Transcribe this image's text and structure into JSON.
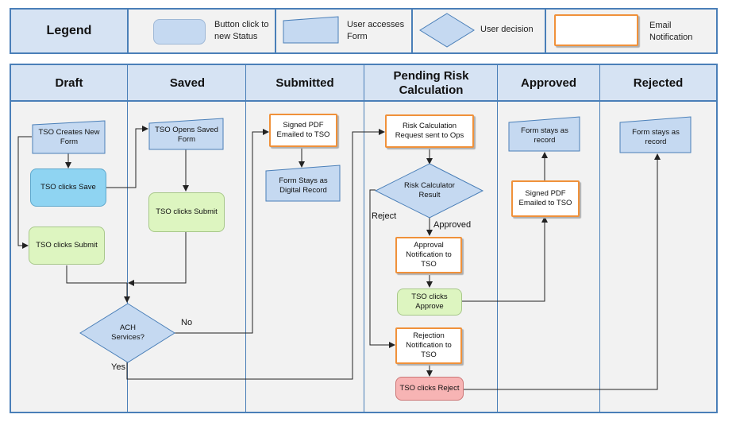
{
  "legend": {
    "title": "Legend",
    "button_label": "Button click to new Status",
    "form_label": "User accesses Form",
    "decision_label": "User decision",
    "email_label": "Email Notification"
  },
  "lanes": [
    "Draft",
    "Saved",
    "Submitted",
    "Pending Risk Calculation",
    "Approved",
    "Rejected"
  ],
  "nodes": {
    "tso_creates_form": "TSO Creates New Form",
    "tso_clicks_save": "TSO clicks Save",
    "draft_submit": "TSO clicks Submit",
    "tso_opens_saved": "TSO Opens Saved Form",
    "saved_submit": "TSO clicks Submit",
    "ach_services": "ACH Services?",
    "signed_pdf_submitted": "Signed PDF Emailed to TSO",
    "form_digital_record": "Form Stays as Digital Record",
    "risk_request": "Risk Calculation Request sent to Ops",
    "risk_result": "Risk Calculator Result",
    "approval_notification": "Approval Notification to TSO",
    "tso_clicks_approve": "TSO clicks Approve",
    "rejection_notification": "Rejection Notification to TSO",
    "tso_clicks_reject": "TSO clicks Reject",
    "approved_record": "Form stays as record",
    "signed_pdf_approved": "Signed PDF Emailed to TSO",
    "rejected_record": "Form stays as record"
  },
  "edge_labels": {
    "no": "No",
    "yes": "Yes",
    "reject": "Reject",
    "approved": "Approved"
  },
  "colors": {
    "lane_border": "#4a7fb8",
    "header_fill": "#d6e3f3",
    "form_fill": "#c5d9f1",
    "email_border": "#f0913a",
    "save_button": "#8fd4f2",
    "submit_button": "#ddf5c0",
    "reject_button": "#f7b4b4"
  }
}
